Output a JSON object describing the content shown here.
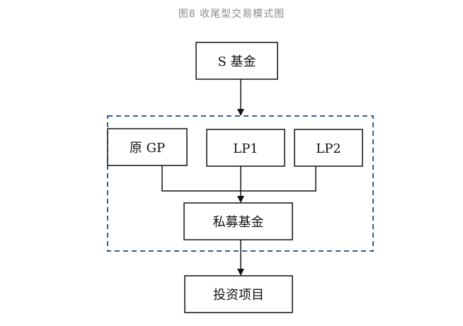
{
  "caption": "图8 收尾型交易模式图",
  "nodes": {
    "s_fund": "S 基金",
    "original_gp": "原 GP",
    "lp1": "LP1",
    "lp2": "LP2",
    "private_fund": "私募基金",
    "investment_project": "投资项目"
  },
  "colors": {
    "box_border": "#111111",
    "dashed_border": "#2f5f9e",
    "caption_text": "#8a8a8a"
  }
}
